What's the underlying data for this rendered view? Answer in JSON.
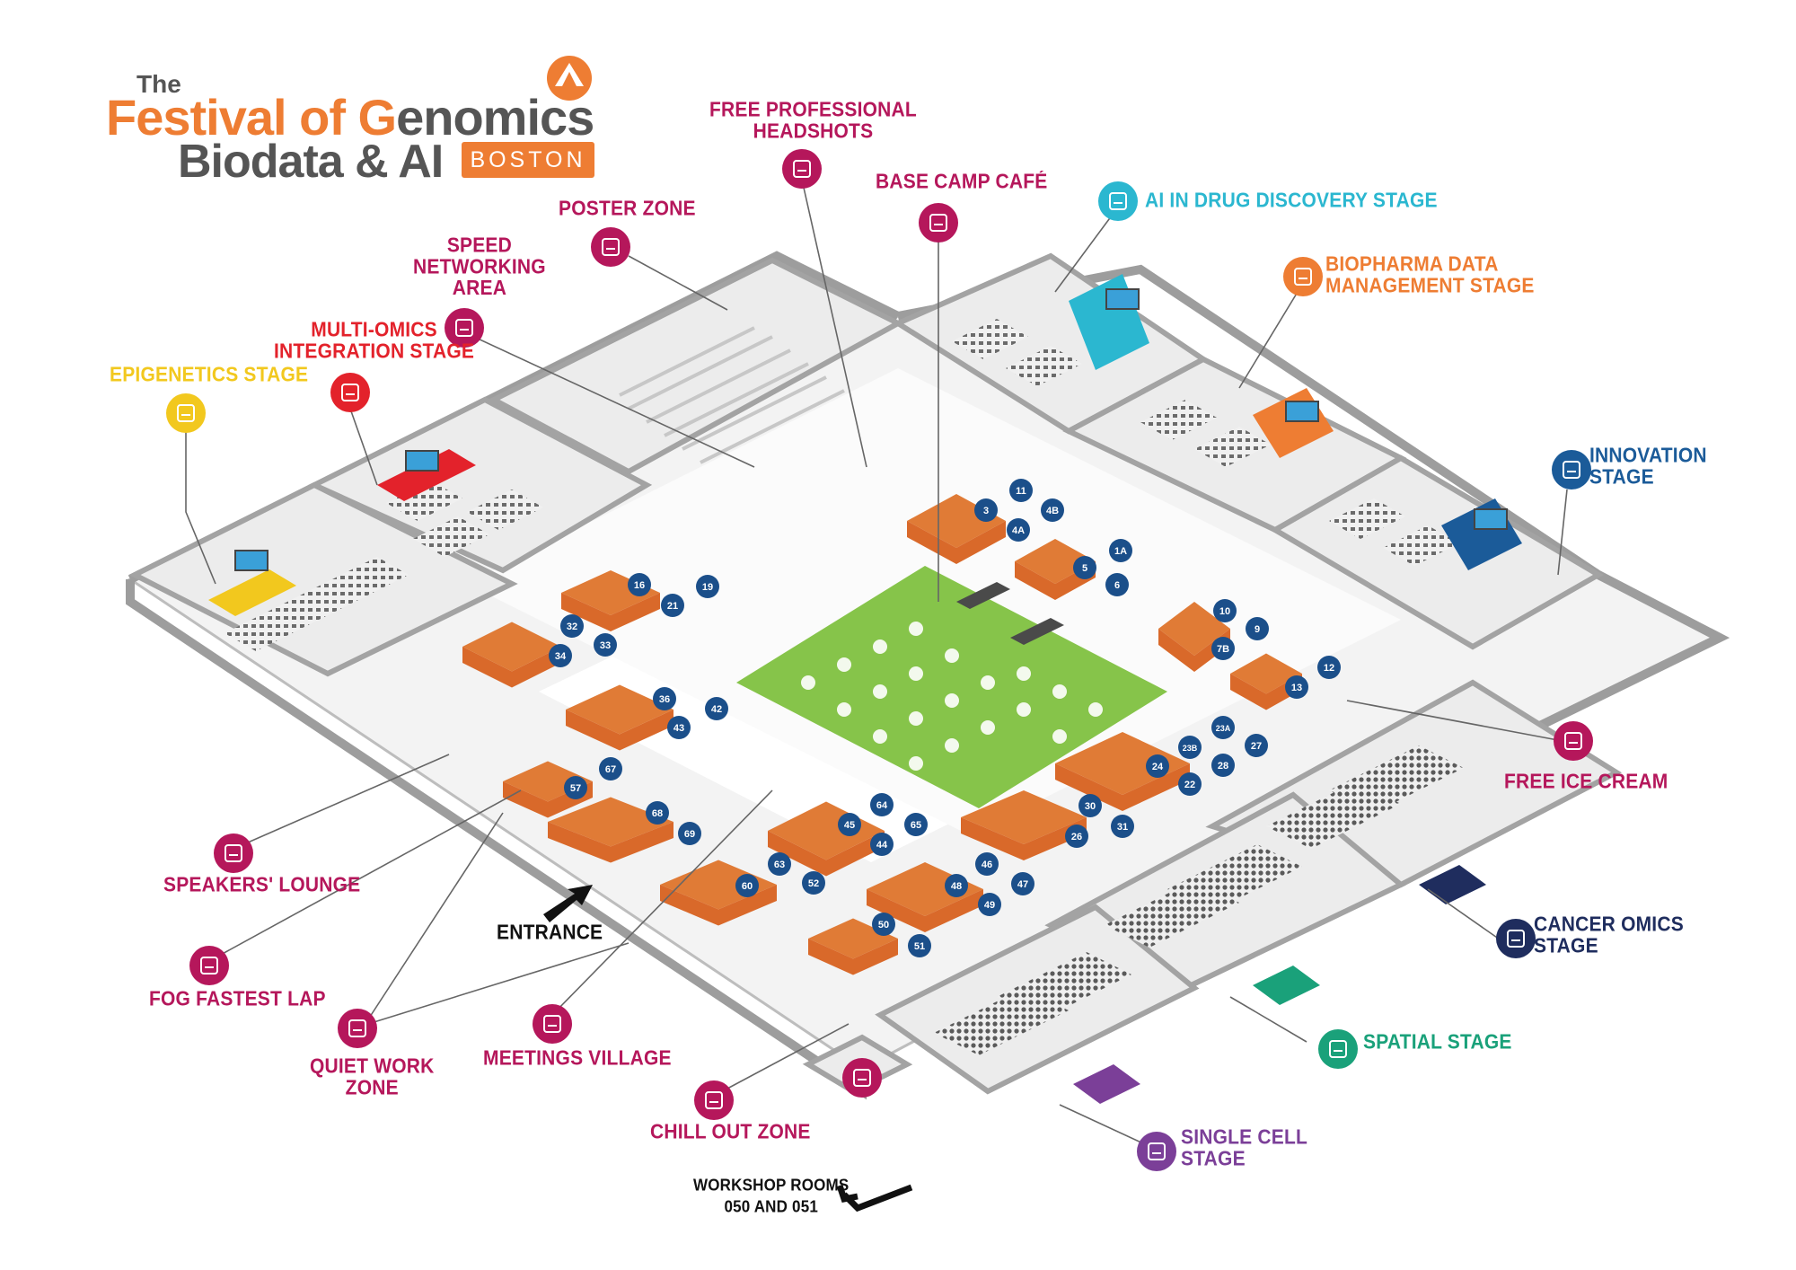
{
  "logo": {
    "the": "The",
    "festival": "Festival",
    "of": "of",
    "genomics_g": "G",
    "genomics_rest": "enomics",
    "line2": "Biodata & AI",
    "city": "BOSTON"
  },
  "labels": {
    "headshots": [
      "FREE PROFESSIONAL",
      "HEADSHOTS"
    ],
    "basecamp": [
      "BASE CAMP CAFÉ"
    ],
    "poster": [
      "POSTER ZONE"
    ],
    "speed": [
      "SPEED",
      "NETWORKING",
      "AREA"
    ],
    "multiomics": [
      "MULTI-OMICS",
      "INTEGRATION STAGE"
    ],
    "epigenetics": [
      "EPIGENETICS STAGE"
    ],
    "ai_drug": [
      "AI IN DRUG DISCOVERY STAGE"
    ],
    "biopharma": [
      "BIOPHARMA DATA",
      "MANAGEMENT STAGE"
    ],
    "innovation": [
      "INNOVATION",
      "STAGE"
    ],
    "icecream": [
      "FREE ICE CREAM"
    ],
    "cancer": [
      "CANCER OMICS",
      "STAGE"
    ],
    "spatial": [
      "SPATIAL STAGE"
    ],
    "singlecell": [
      "SINGLE CELL",
      "STAGE"
    ],
    "speakers": [
      "SPEAKERS' LOUNGE"
    ],
    "fog": [
      "FOG FASTEST LAP"
    ],
    "quiet": [
      "QUIET WORK",
      "ZONE"
    ],
    "meetings": [
      "MEETINGS VILLAGE"
    ],
    "chill": [
      "CHILL OUT ZONE"
    ],
    "entrance": [
      "ENTRANCE"
    ],
    "workshop": [
      "WORKSHOP ROOMS",
      "050 AND 051"
    ]
  },
  "icons": {
    "headshots": "camera-icon",
    "basecamp": "coffee-cup-icon",
    "poster": "poster-board-icon",
    "speed": "handshake-icon",
    "multiomics": "podium-icon",
    "epigenetics": "podium-icon",
    "ai_drug": "podium-icon",
    "biopharma": "podium-icon",
    "innovation": "podium-icon",
    "icecream": "ice-cream-icon",
    "cancer": "podium-icon",
    "spatial": "podium-icon",
    "singlecell": "podium-icon",
    "speakers": "lounge-chair-icon",
    "fog": "speedometer-icon",
    "quiet": "laptop-icon",
    "meetings": "meeting-icon",
    "chill": "armchair-icon",
    "cloakroom": "hanger-icon"
  },
  "colors": {
    "magenta": "#b5175b",
    "yellow": "#f2c81e",
    "red": "#e3222b",
    "cyan": "#2bb7d0",
    "orange": "#ee7d33",
    "blue": "#1b5b99",
    "navy": "#1f2d5e",
    "green": "#1aa17a",
    "purple": "#7b3f98",
    "booth": "#d9692a",
    "booth_top": "#e07b36",
    "grass": "#86c44a"
  },
  "booths": [
    "1A",
    "3",
    "4A",
    "4B",
    "5",
    "6",
    "7B",
    "9",
    "10",
    "11",
    "12",
    "13",
    "16",
    "19",
    "21",
    "22",
    "23A",
    "23B",
    "24",
    "26",
    "27",
    "28",
    "30",
    "31",
    "32",
    "33",
    "34",
    "36",
    "42",
    "43",
    "44",
    "45",
    "47",
    "48",
    "49",
    "50",
    "51",
    "52",
    "57",
    "60",
    "63",
    "64",
    "65",
    "67",
    "68",
    "69",
    "46"
  ]
}
